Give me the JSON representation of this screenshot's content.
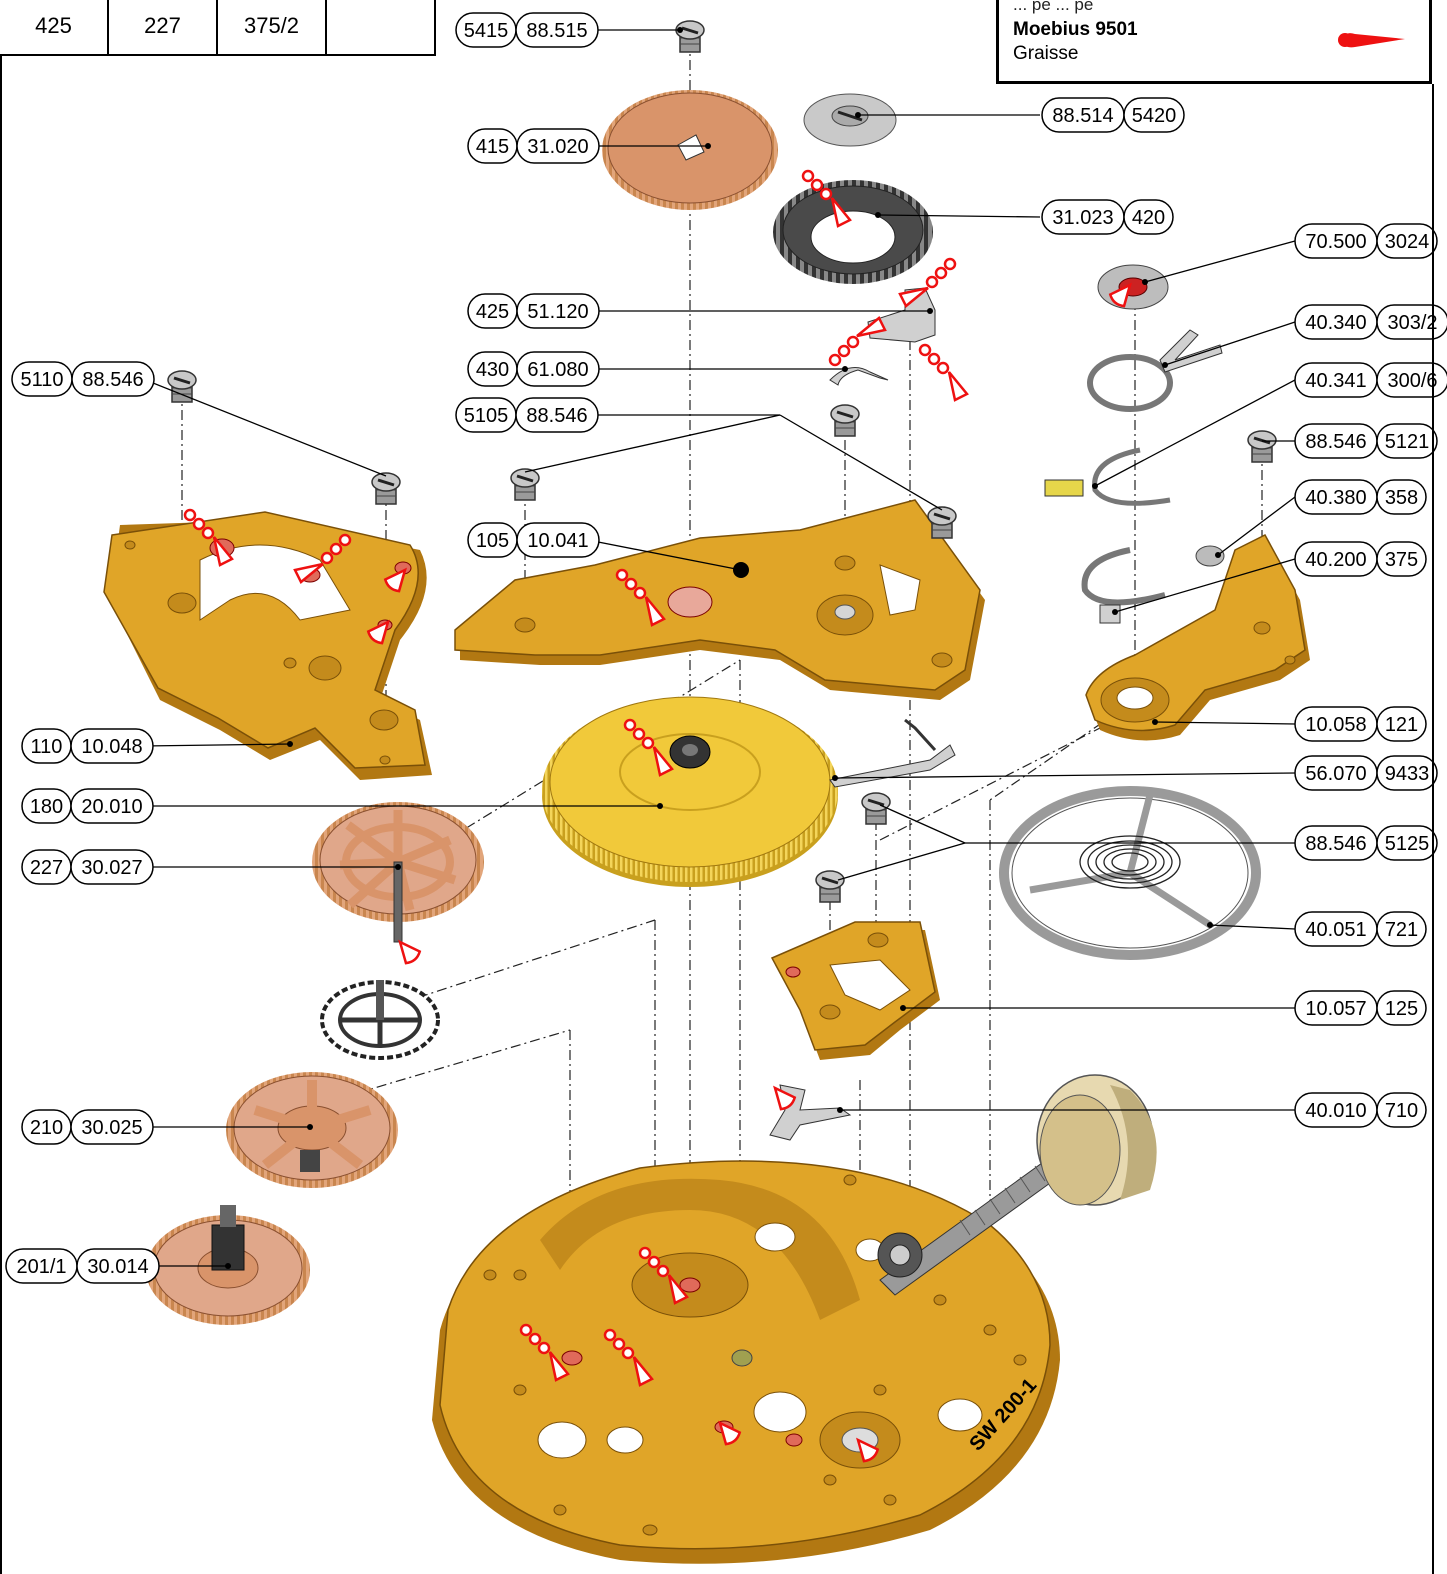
{
  "header_table": [
    "425",
    "227",
    "375/2",
    ""
  ],
  "legend": {
    "top_text": "... pe ... pe",
    "title": "Moebius 9501",
    "subtitle": "Graisse",
    "marker_color": "#ee1111"
  },
  "colors": {
    "plate_gold": "#e0a528",
    "plate_shadow": "#b27812",
    "copper": "#d9946a",
    "wheel_yellow": "#f1c93a",
    "steel": "#c9c9c9",
    "dark_steel": "#4a4a4a",
    "oil_red": "#ee1111"
  },
  "labels": [
    {
      "id": "l5415",
      "left": "5415",
      "right": "88.515"
    },
    {
      "id": "l415",
      "left": "415",
      "right": "31.020"
    },
    {
      "id": "l5420",
      "left": "88.514",
      "right": "5420"
    },
    {
      "id": "l420",
      "left": "31.023",
      "right": "420"
    },
    {
      "id": "l3024",
      "left": "70.500",
      "right": "3024"
    },
    {
      "id": "l425",
      "left": "425",
      "right": "51.120"
    },
    {
      "id": "l3032",
      "left": "40.340",
      "right": "303/2"
    },
    {
      "id": "l430",
      "left": "430",
      "right": "61.080"
    },
    {
      "id": "l5110",
      "left": "5110",
      "right": "88.546"
    },
    {
      "id": "l3006",
      "left": "40.341",
      "right": "300/6"
    },
    {
      "id": "l5105",
      "left": "5105",
      "right": "88.546"
    },
    {
      "id": "l5121",
      "left": "88.546",
      "right": "5121"
    },
    {
      "id": "l358",
      "left": "40.380",
      "right": "358"
    },
    {
      "id": "l105",
      "left": "105",
      "right": "10.041"
    },
    {
      "id": "l375",
      "left": "40.200",
      "right": "375"
    },
    {
      "id": "l121",
      "left": "10.058",
      "right": "121"
    },
    {
      "id": "l110",
      "left": "110",
      "right": "10.048"
    },
    {
      "id": "l9433",
      "left": "56.070",
      "right": "9433"
    },
    {
      "id": "l180",
      "left": "180",
      "right": "20.010"
    },
    {
      "id": "l5125",
      "left": "88.546",
      "right": "5125"
    },
    {
      "id": "l227",
      "left": "227",
      "right": "30.027"
    },
    {
      "id": "l721",
      "left": "40.051",
      "right": "721"
    },
    {
      "id": "l125",
      "left": "10.057",
      "right": "125"
    },
    {
      "id": "l710",
      "left": "40.010",
      "right": "710"
    },
    {
      "id": "l210",
      "left": "210",
      "right": "30.025"
    },
    {
      "id": "l2011",
      "left": "201/1",
      "right": "30.014"
    }
  ],
  "plate_marking": "SW 200-1"
}
